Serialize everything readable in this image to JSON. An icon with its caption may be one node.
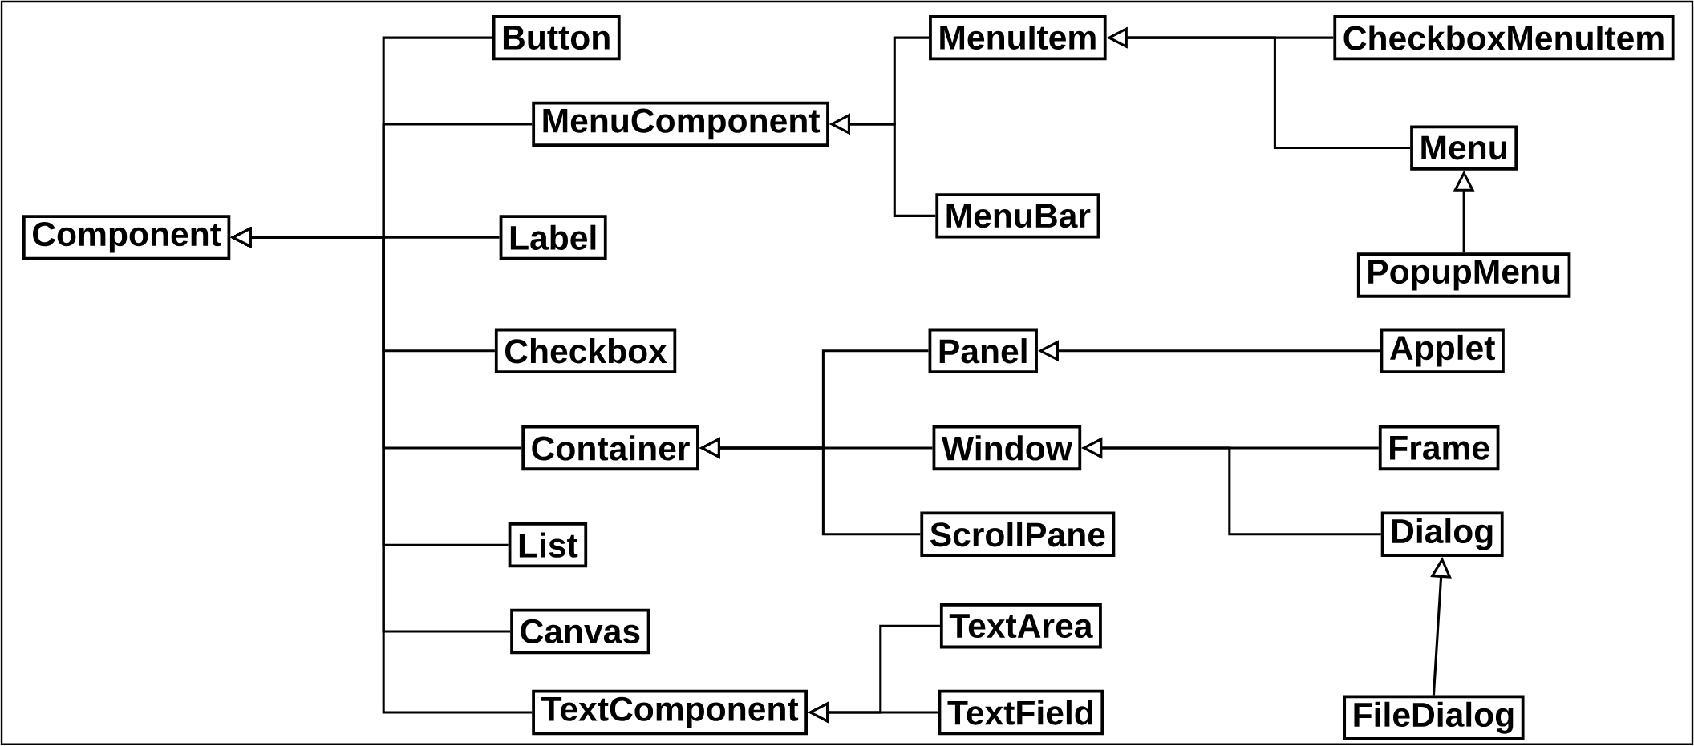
{
  "diagram": {
    "nodes": [
      {
        "text": [
          "Component"
        ]
      },
      {
        "text": [
          "Button"
        ]
      },
      {
        "text": [
          "MenuComponent"
        ]
      },
      {
        "text": [
          "Label"
        ]
      },
      {
        "text": [
          "Checkbox"
        ]
      },
      {
        "text": [
          "Container"
        ]
      },
      {
        "text": [
          "List"
        ]
      },
      {
        "text": [
          "Canvas"
        ]
      },
      {
        "text": [
          "TextComponent"
        ]
      },
      {
        "text": [
          "MenuItem"
        ]
      },
      {
        "text": [
          "MenuBar"
        ]
      },
      {
        "text": [
          "CheckboxMenuItem"
        ]
      },
      {
        "text": [
          "Menu"
        ]
      },
      {
        "text": [
          "PopupMenu"
        ]
      },
      {
        "text": [
          "Panel"
        ]
      },
      {
        "text": [
          "Window"
        ]
      },
      {
        "text": [
          "ScrollPane"
        ]
      },
      {
        "text": [
          "Applet"
        ]
      },
      {
        "text": [
          "Frame"
        ]
      },
      {
        "text": [
          "Dialog"
        ]
      },
      {
        "text": [
          "FileDialog"
        ]
      },
      {
        "text": [
          "TextArea"
        ]
      },
      {
        "text": [
          "TextField"
        ]
      }
    ],
    "edges": [
      {
        "from": 1,
        "to": 0,
        "arrow": "to"
      },
      {
        "from": 2,
        "to": 0,
        "arrow": "to"
      },
      {
        "from": 3,
        "to": 0,
        "arrow": "to"
      },
      {
        "from": 4,
        "to": 0,
        "arrow": "to"
      },
      {
        "from": 5,
        "to": 0,
        "arrow": "to"
      },
      {
        "from": 6,
        "to": 0,
        "arrow": "to"
      },
      {
        "from": 7,
        "to": 0,
        "arrow": "to"
      },
      {
        "from": 8,
        "to": 0,
        "arrow": "to"
      },
      {
        "from": 9,
        "to": 2,
        "arrow": "to"
      },
      {
        "from": 10,
        "to": 2,
        "arrow": "to"
      },
      {
        "from": 11,
        "to": 9,
        "arrow": "to"
      },
      {
        "from": 12,
        "to": 9,
        "arrow": "to"
      },
      {
        "from": 13,
        "to": 12,
        "arrow": "to"
      },
      {
        "from": 14,
        "to": 5,
        "arrow": "to"
      },
      {
        "from": 15,
        "to": 5,
        "arrow": "to"
      },
      {
        "from": 16,
        "to": 5,
        "arrow": "to"
      },
      {
        "from": 17,
        "to": 14,
        "arrow": "to"
      },
      {
        "from": 18,
        "to": 15,
        "arrow": "to"
      },
      {
        "from": 19,
        "to": 15,
        "arrow": "to"
      },
      {
        "from": 20,
        "to": 19,
        "arrow": "to"
      },
      {
        "from": 21,
        "to": 8,
        "arrow": "to"
      },
      {
        "from": 22,
        "to": 8,
        "arrow": "to"
      }
    ]
  }
}
